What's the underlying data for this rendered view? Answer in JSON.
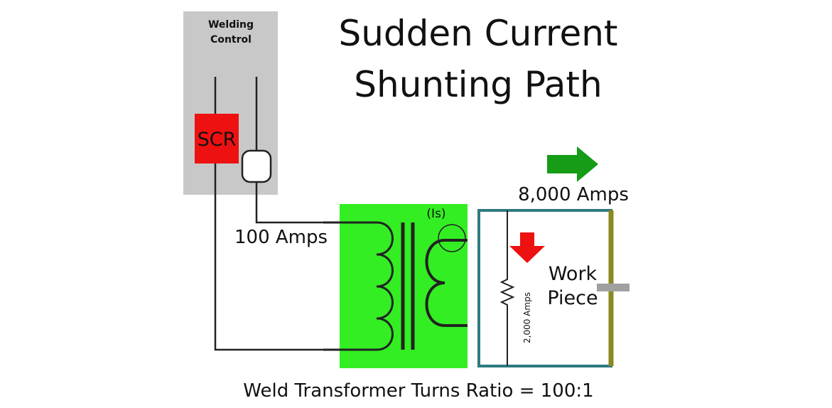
{
  "title_line1": "Sudden Current",
  "title_line2": "Shunting Path",
  "welding_control": {
    "line1": "Welding",
    "line2": "Control"
  },
  "scr_label": "SCR",
  "primary_current_label": "100 Amps",
  "secondary_sensor_label": "(Is)",
  "output_current_label": "8,000 Amps",
  "shunt_current_label": "2,000 Amps",
  "workpiece_label": {
    "line1": "Work",
    "line2": "Piece"
  },
  "turns_ratio_label": "Weld Transformer Turns Ratio = 100:1",
  "colors": {
    "control_box": "#c8c8c8",
    "scr": "#ee1111",
    "transformer": "#33ee22",
    "secondary_loop": "#2f7a80",
    "workpiece": "#8a8a22",
    "arrow_green": "#169c16",
    "arrow_red": "#ee1111",
    "wire": "#222222"
  }
}
